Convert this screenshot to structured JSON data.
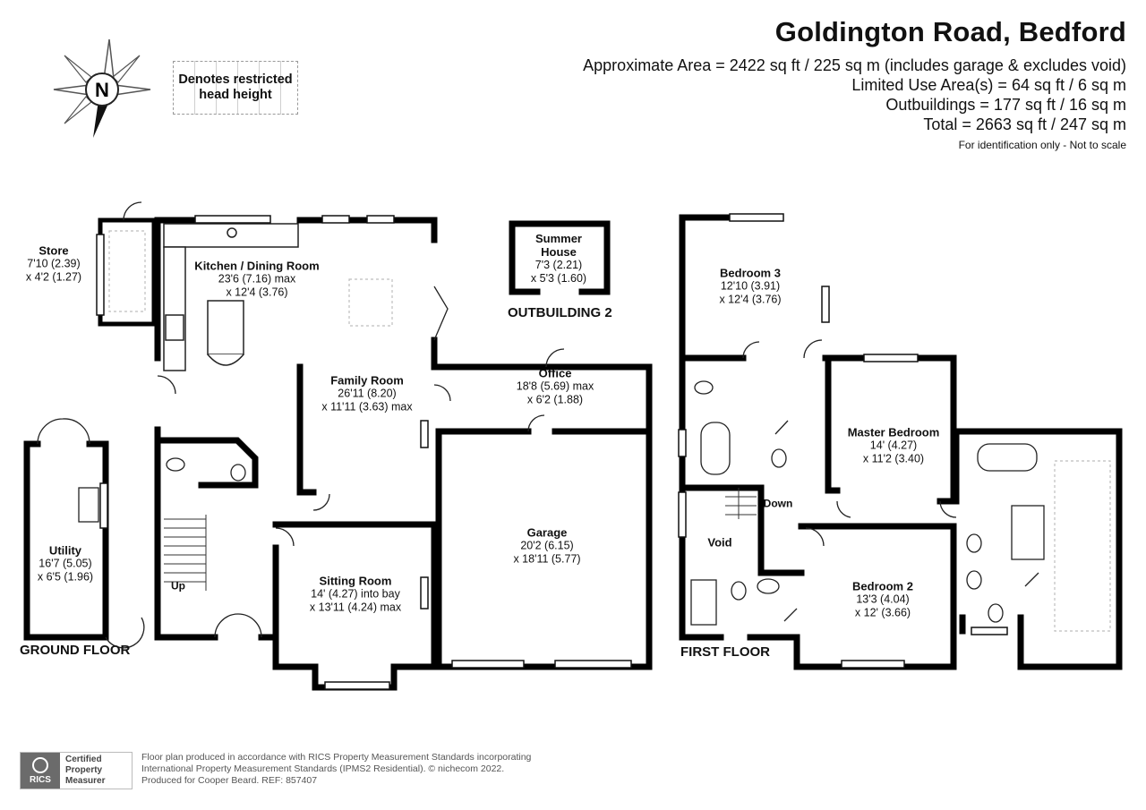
{
  "header": {
    "title": "Goldington Road, Bedford",
    "approx_area": "Approximate Area = 2422 sq ft / 225 sq m (includes garage & excludes void)",
    "limited_use": "Limited Use Area(s) = 64 sq ft / 6 sq m",
    "outbuildings": "Outbuildings = 177 sq ft / 16 sq m",
    "total": "Total = 2663 sq ft / 247 sq m",
    "note": "For identification only - Not to scale"
  },
  "compass": {
    "label": "N",
    "icon": "compass-icon"
  },
  "legend": {
    "line1": "Denotes restricted",
    "line2": "head height"
  },
  "floors": {
    "ground": "GROUND FLOOR",
    "first": "FIRST FLOOR",
    "outbuilding": "OUTBUILDING 2"
  },
  "rooms": {
    "store": {
      "name": "Store",
      "dim1": "7'10 (2.39)",
      "dim2": "x 4'2 (1.27)"
    },
    "kitchen": {
      "name": "Kitchen / Dining Room",
      "dim1": "23'6 (7.16) max",
      "dim2": "x 12'4 (3.76)"
    },
    "summer": {
      "name1": "Summer",
      "name2": "House",
      "dim1": "7'3 (2.21)",
      "dim2": "x 5'3 (1.60)"
    },
    "family": {
      "name": "Family Room",
      "dim1": "26'11 (8.20)",
      "dim2": "x 11'11 (3.63) max"
    },
    "office": {
      "name": "Office",
      "dim1": "18'8 (5.69) max",
      "dim2": "x 6'2 (1.88)"
    },
    "utility": {
      "name": "Utility",
      "dim1": "16'7 (5.05)",
      "dim2": "x 6'5 (1.96)"
    },
    "garage": {
      "name": "Garage",
      "dim1": "20'2 (6.15)",
      "dim2": "x 18'11 (5.77)"
    },
    "sitting": {
      "name": "Sitting Room",
      "dim1": "14' (4.27) into bay",
      "dim2": "x 13'11 (4.24) max"
    },
    "bed3": {
      "name": "Bedroom 3",
      "dim1": "12'10 (3.91)",
      "dim2": "x 12'4 (3.76)"
    },
    "master": {
      "name": "Master Bedroom",
      "dim1": "14' (4.27)",
      "dim2": "x 11'2 (3.40)"
    },
    "bed2": {
      "name": "Bedroom 2",
      "dim1": "13'3 (4.04)",
      "dim2": "x 12' (3.66)"
    },
    "void": {
      "name": "Void"
    }
  },
  "stairs": {
    "up": "Up",
    "down": "Down"
  },
  "footer": {
    "line1": "Floor plan produced in accordance with RICS Property Measurement Standards incorporating",
    "line2": "International Property Measurement Standards (IPMS2 Residential).   © nichecom 2022.",
    "line3": "Produced for Cooper Beard.   REF: 857407",
    "badge_org": "RICS",
    "badge1": "Certified",
    "badge2": "Property",
    "badge3": "Measurer"
  },
  "colors": {
    "wall": "#000000",
    "restricted": "#bdbdbd"
  }
}
